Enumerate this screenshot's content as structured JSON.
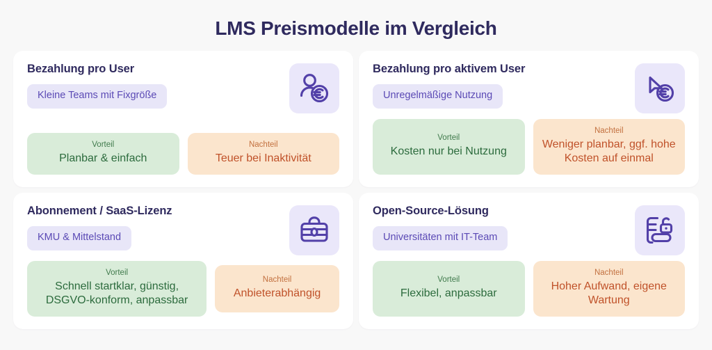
{
  "title": "LMS Preismodelle im Vergleich",
  "colors": {
    "background": "#f8f8f8",
    "card": "#ffffff",
    "title": "#2f2a5e",
    "chip_bg": "#e8e6f8",
    "chip_text": "#5b4ab5",
    "icon_bg": "#eae7fa",
    "icon_stroke": "#5240a8",
    "pro_bg": "#d9ecd9",
    "pro_text": "#2c6b3d",
    "pro_label": "#417b4d",
    "con_bg": "#fbe5cd",
    "con_text": "#c0522a",
    "con_label": "#c2703f"
  },
  "labels": {
    "pro": "Vorteil",
    "con": "Nachteil"
  },
  "cards": [
    {
      "title": "Bezahlung pro User",
      "chip": "Kleine Teams mit Fixgröße",
      "icon": "user-euro-icon",
      "pro_label": "Vorteil",
      "pro": "Planbar & einfach",
      "con_label": "Nachteil",
      "con": "Teuer bei Inaktivität"
    },
    {
      "title": "Bezahlung pro aktivem User",
      "chip": "Unregelmäßige Nutzung",
      "icon": "cursor-euro-icon",
      "pro_label": "Vorteil",
      "pro": "Kosten nur bei Nutzung",
      "con_label": "Nachteil",
      "con": "Weniger planbar, ggf. hohe Kosten auf einmal"
    },
    {
      "title": "Abonnement / SaaS-Lizenz",
      "chip": "KMU & Mittelstand",
      "icon": "briefcase-icon",
      "pro_label": "Vorteil",
      "pro": "Schnell startklar, günstig, DSGVO-konform, anpassbar",
      "con_label": "Nachteil",
      "con": "Anbieterabhängig"
    },
    {
      "title": "Open-Source-Lösung",
      "chip": "Universitäten mit IT-Team",
      "icon": "open-lock-server-icon",
      "pro_label": "Vorteil",
      "pro": "Flexibel, anpassbar",
      "con_label": "Nachteil",
      "con": "Hoher Aufwand, eigene Wartung"
    }
  ]
}
